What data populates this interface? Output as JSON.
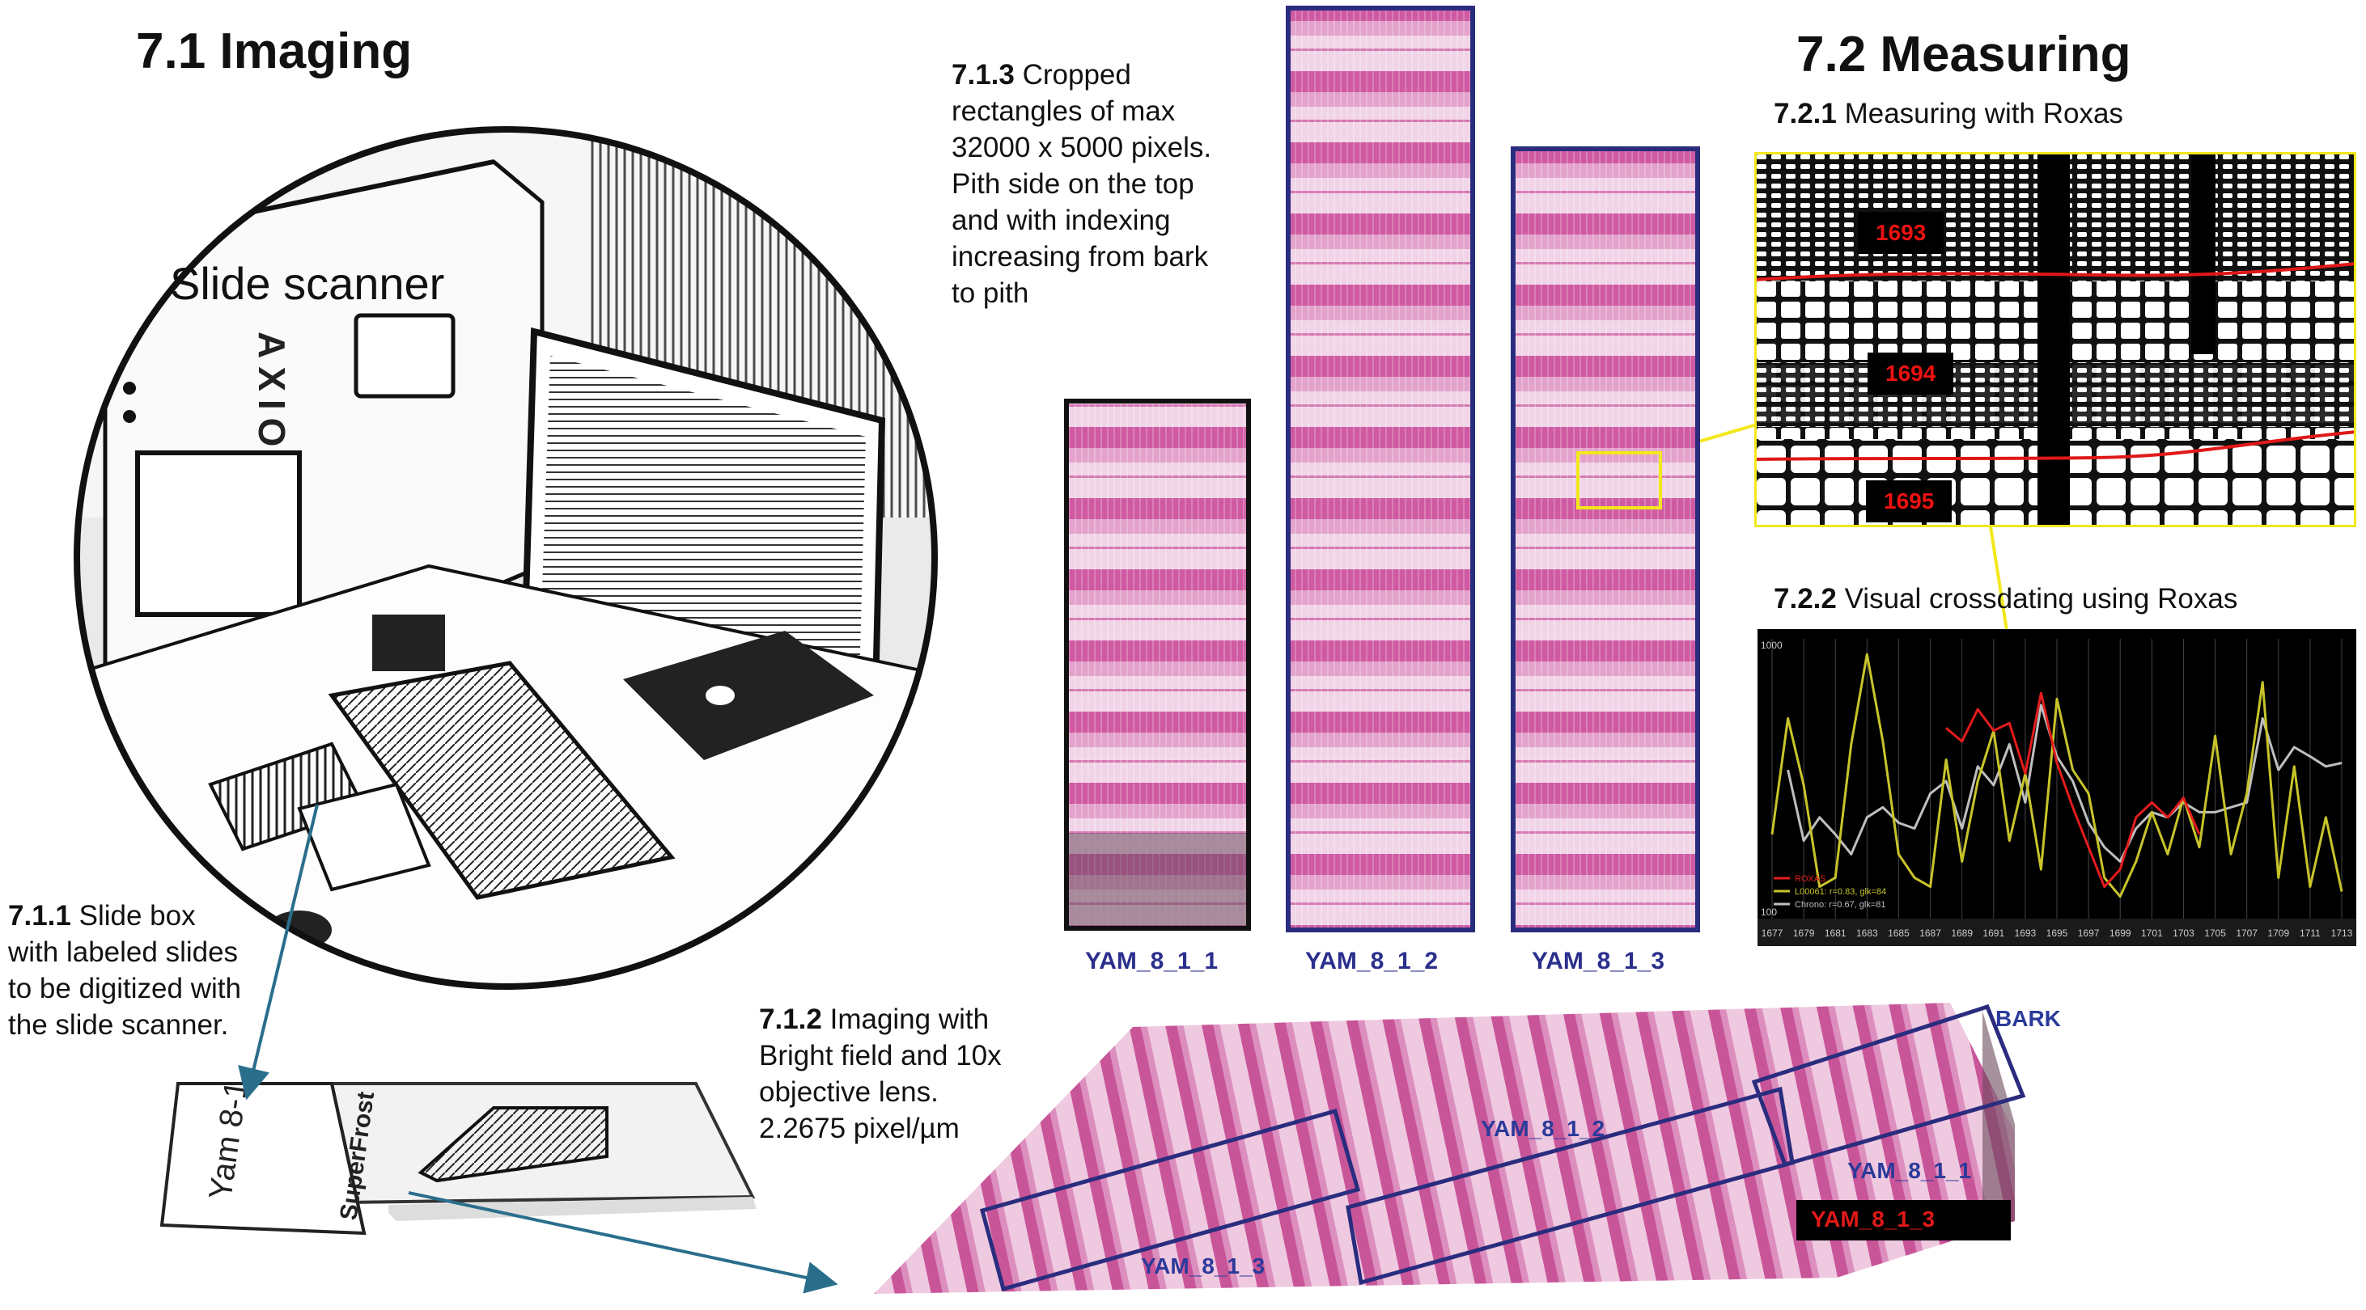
{
  "colors": {
    "tissue": "#c9559e",
    "tissue_light": "#eac0dc",
    "strip_frame": "#2a2c7e",
    "measure_frame": "#f2e81c",
    "year_text": "#e01818",
    "label_blue": "#2b3a9a",
    "arrow_teal": "#2a6e8c"
  },
  "imaging": {
    "heading": "7.1 Imaging",
    "scanner_label": "Slide scanner",
    "scanner_brand": "AXIO",
    "slide_box": {
      "num": "7.1.1",
      "text": "Slide box with labeled slides to be digitized with the slide scanner."
    },
    "slide_label": "Yam 8-1",
    "slide_brand": "SuperFrost",
    "imaging_caption": {
      "num": "7.1.2",
      "text": "Imaging with Bright field and 10x objective lens. 2.2675 pixel/µm"
    },
    "cropped_caption": {
      "num": "7.1.3",
      "text": "Cropped rectangles of max 32000 x 5000 pixels. Pith side on the top and with indexing increasing from bark to pith"
    },
    "strips": [
      "YAM_8_1_1",
      "YAM_8_1_2",
      "YAM_8_1_3"
    ],
    "scan_labels": {
      "bark": "BARK",
      "r1": "YAM_8_1_1",
      "r2": "YAM_8_1_2",
      "r3_left": "YAM_8_1_3",
      "r3_highlight": "YAM_8_1_3"
    }
  },
  "measuring": {
    "heading": "7.2 Measuring",
    "roxas_caption": {
      "num": "7.2.1",
      "text": "Measuring with Roxas"
    },
    "years": [
      "1693",
      "1694",
      "1695"
    ],
    "crossdating_caption": {
      "num": "7.2.2",
      "text": "Visual crossdating using Roxas"
    }
  },
  "chart_data": {
    "type": "line",
    "x": [
      1677,
      1678,
      1679,
      1680,
      1681,
      1682,
      1683,
      1684,
      1685,
      1686,
      1687,
      1688,
      1689,
      1690,
      1691,
      1692,
      1693,
      1694,
      1695,
      1696,
      1697,
      1698,
      1699,
      1700,
      1701,
      1702,
      1703,
      1704,
      1705,
      1706,
      1707,
      1708,
      1709,
      1710,
      1711,
      1712,
      1713
    ],
    "x_tick_labels": [
      "1677",
      "1679",
      "1681",
      "1683",
      "1685",
      "1687",
      "1689",
      "1691",
      "1693",
      "1695",
      "1697",
      "1699",
      "1701",
      "1703",
      "1705",
      "1707",
      "1709",
      "1711",
      "1713"
    ],
    "yscale": "log",
    "y_tick_labels": [
      "1000",
      "100"
    ],
    "ylim": [
      100,
      1000
    ],
    "grid": true,
    "legend": "bottom-left",
    "series": [
      {
        "name": "ROXAS",
        "color": "#e41c1c",
        "values": [
          null,
          null,
          null,
          null,
          null,
          null,
          null,
          null,
          null,
          null,
          null,
          480,
          430,
          560,
          470,
          500,
          330,
          640,
          360,
          250,
          180,
          130,
          150,
          230,
          260,
          230,
          270,
          200,
          null,
          null,
          null,
          null,
          null,
          null,
          null,
          null,
          null
        ]
      },
      {
        "name": "L00061: r=0.83, glk=84",
        "color": "#c8c42a",
        "values": [
          200,
          520,
          300,
          130,
          140,
          420,
          880,
          430,
          170,
          140,
          130,
          370,
          160,
          310,
          470,
          190,
          330,
          150,
          610,
          340,
          280,
          140,
          120,
          160,
          240,
          170,
          270,
          180,
          450,
          170,
          280,
          700,
          140,
          350,
          130,
          230,
          125
        ]
      },
      {
        "name": "Chrono: r=0.67, glk=81",
        "color": "#bfbfbf",
        "values": [
          null,
          340,
          190,
          230,
          200,
          170,
          230,
          250,
          220,
          210,
          280,
          310,
          210,
          350,
          300,
          420,
          260,
          580,
          380,
          310,
          220,
          180,
          160,
          210,
          240,
          230,
          260,
          240,
          240,
          250,
          260,
          520,
          340,
          410,
          380,
          350,
          360
        ]
      }
    ]
  }
}
